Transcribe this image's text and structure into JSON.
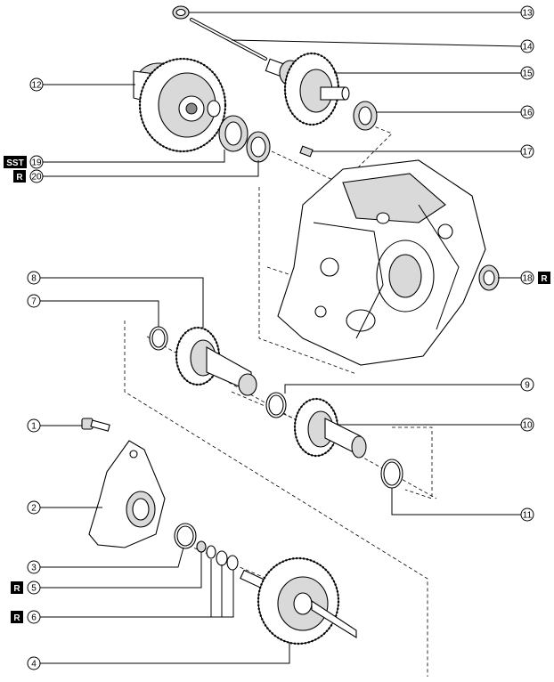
{
  "callouts": {
    "c1": "1",
    "c2": "2",
    "c3": "3",
    "c4": "4",
    "c5": "5",
    "c6": "6",
    "c7": "7",
    "c8": "8",
    "c9": "9",
    "c10": "10",
    "c11": "11",
    "c12": "12",
    "c13": "13",
    "c14": "14",
    "c15": "15",
    "c16": "16",
    "c17": "17",
    "c18": "18",
    "c19": "19",
    "c20": "20"
  },
  "tags": {
    "sst": "SST",
    "replace": "R"
  }
}
